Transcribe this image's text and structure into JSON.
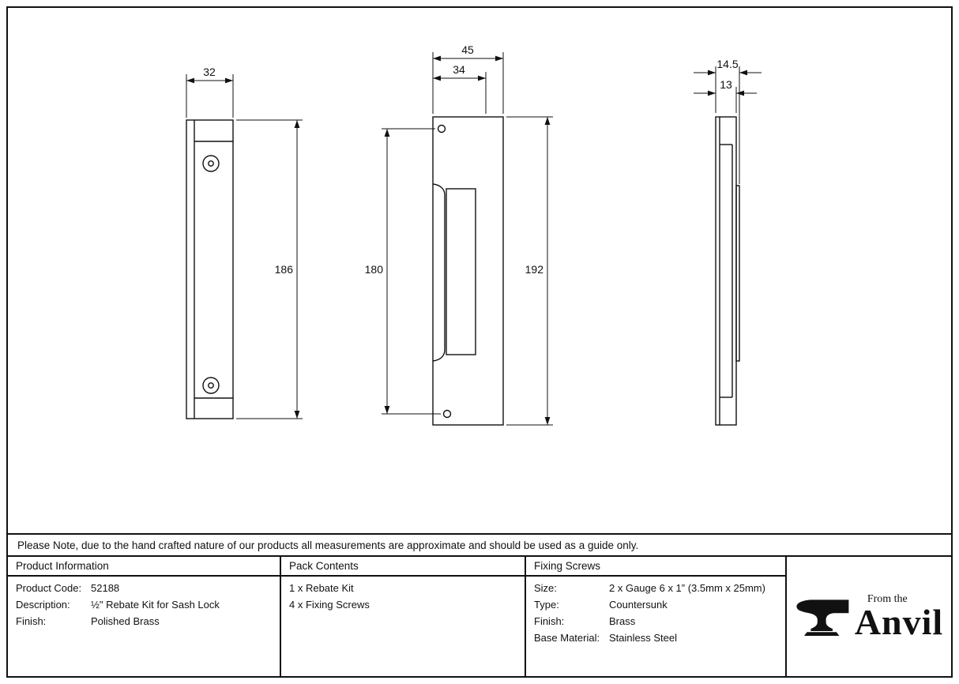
{
  "drawing": {
    "left_view": {
      "width_label": "32",
      "height_label": "186"
    },
    "middle_view": {
      "outer_width_label": "45",
      "inner_width_label": "34",
      "holes_height_label": "180",
      "height_label": "192"
    },
    "side_view": {
      "outer_depth_label": "14.5",
      "inner_depth_label": "13"
    }
  },
  "note": "Please Note, due to the hand crafted nature of our products all measurements are approximate and should be used as a guide only.",
  "table": {
    "product_information": {
      "header": "Product Information",
      "rows": [
        {
          "label": "Product Code:",
          "value": "52188"
        },
        {
          "label": "Description:",
          "value": "½\" Rebate Kit for Sash Lock"
        },
        {
          "label": "Finish:",
          "value": "Polished Brass"
        }
      ]
    },
    "pack_contents": {
      "header": "Pack Contents",
      "items": [
        "1 x Rebate Kit",
        "4 x Fixing Screws"
      ]
    },
    "fixing_screws": {
      "header": "Fixing Screws",
      "rows": [
        {
          "label": "Size:",
          "value": "2 x Gauge 6 x 1” (3.5mm x 25mm)"
        },
        {
          "label": "Type:",
          "value": "Countersunk"
        },
        {
          "label": "Finish:",
          "value": "Brass"
        },
        {
          "label": "Base Material:",
          "value": "Stainless Steel"
        }
      ]
    },
    "logo": {
      "tagline": "From the",
      "name": "Anvil"
    }
  },
  "colors": {
    "line": "#111111",
    "background": "#ffffff"
  }
}
